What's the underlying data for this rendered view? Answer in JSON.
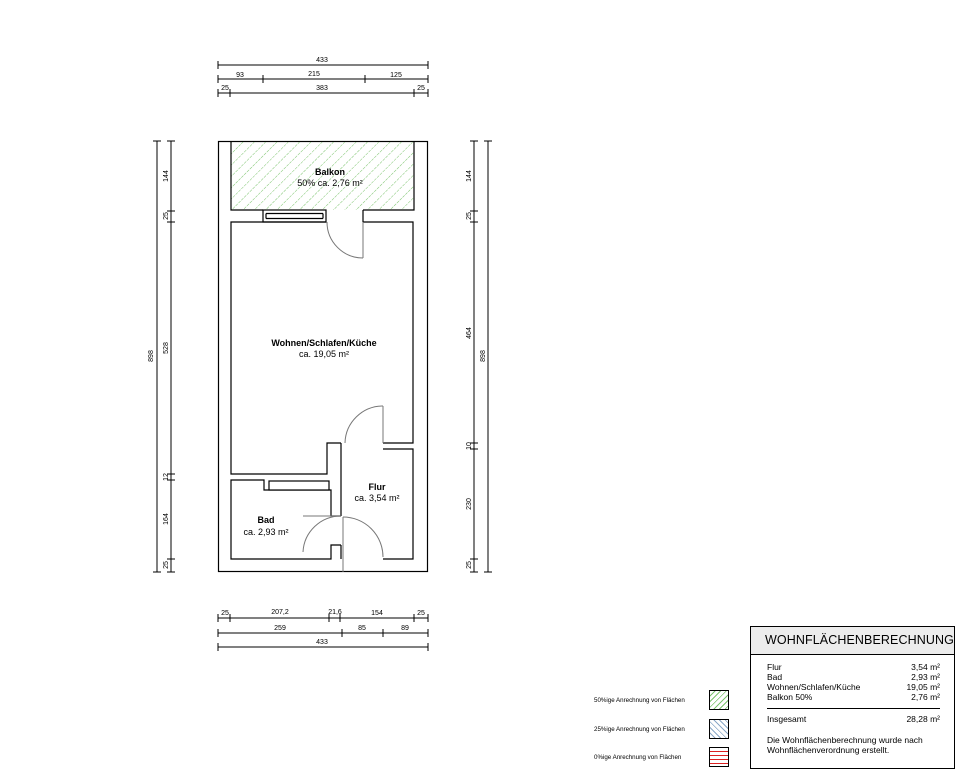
{
  "plan": {
    "rooms": [
      {
        "name": "Balkon",
        "area": "50% ca. 2,76 m²"
      },
      {
        "name": "Wohnen/Schlafen/Küche",
        "area": "ca. 19,05 m²"
      },
      {
        "name": "Flur",
        "area": "ca. 3,54 m²"
      },
      {
        "name": "Bad",
        "area": "ca. 2,93 m²"
      }
    ],
    "dimensions": {
      "top": {
        "row1": [
          "433"
        ],
        "row2": [
          "93",
          "215",
          "125"
        ],
        "row3": [
          "25",
          "383",
          "25"
        ]
      },
      "bottom": {
        "row1": [
          "25",
          "207,2",
          "21,6",
          "154",
          "25"
        ],
        "row2": [
          "259",
          "85",
          "89"
        ],
        "row3": [
          "433"
        ]
      },
      "left": {
        "outer": [
          "898"
        ],
        "inner": [
          "144",
          "25",
          "528",
          "12",
          "164",
          "25"
        ]
      },
      "right": {
        "inner": [
          "144",
          "25",
          "464",
          "10",
          "230",
          "25"
        ],
        "outer": [
          "898"
        ]
      }
    }
  },
  "legend": [
    {
      "label": "50%ige Anrechnung von Flächen",
      "pattern": "green-diagonal",
      "color": "#7cc46e"
    },
    {
      "label": "25%ige Anrechnung von Flächen",
      "pattern": "blue-diagonal",
      "color": "#8aa8c8"
    },
    {
      "label": "0%ige Anrechnung von Flächen",
      "pattern": "red-horizontal",
      "color": "#dd2222"
    }
  ],
  "calculation": {
    "title": "WOHNFLÄCHENBERECHNUNG",
    "rows": [
      {
        "label": "Flur",
        "value": "3,54 m²"
      },
      {
        "label": "Bad",
        "value": "2,93 m²"
      },
      {
        "label": "Wohnen/Schlafen/Küche",
        "value": "19,05 m²"
      },
      {
        "label": "Balkon 50%",
        "value": "2,76 m²"
      }
    ],
    "total_label": "Insgesamt",
    "total_value": "28,28 m²",
    "note": "Die Wohnflächenberechnung wurde nach Wohnflächenverordnung erstellt."
  }
}
